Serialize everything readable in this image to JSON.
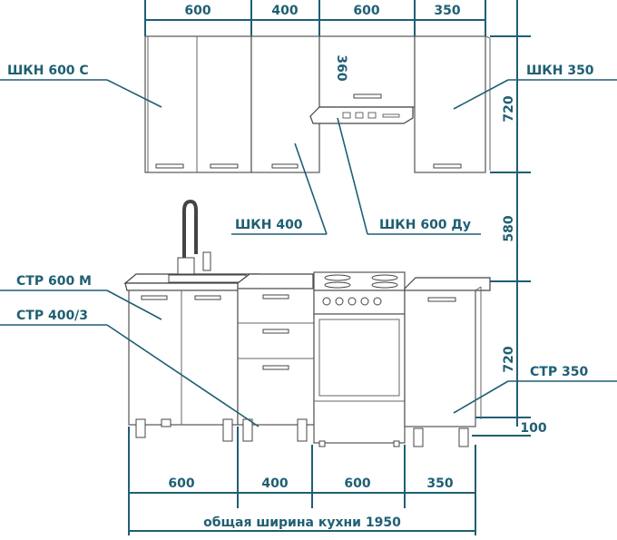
{
  "labels": {
    "shkn600c": "ШКН 600 С",
    "shkn350": "ШКН 350",
    "shkn400": "ШКН 400",
    "shkn600du": "ШКН 600 Ду",
    "str600m": "СТР 600 М",
    "str400_3": "СТР 400/3",
    "str350": "СТР 350"
  },
  "dimensions": {
    "top_widths": [
      "600",
      "400",
      "600",
      "350"
    ],
    "bottom_widths": [
      "600",
      "400",
      "600",
      "350"
    ],
    "upper_height": "720",
    "gap_height": "580",
    "lower_height": "720",
    "plinth_height": "100",
    "hood_height": "360",
    "total_width": "общая ширина кухни 1950"
  },
  "colors": {
    "accent": "#1f5f73",
    "line": "#555555"
  }
}
